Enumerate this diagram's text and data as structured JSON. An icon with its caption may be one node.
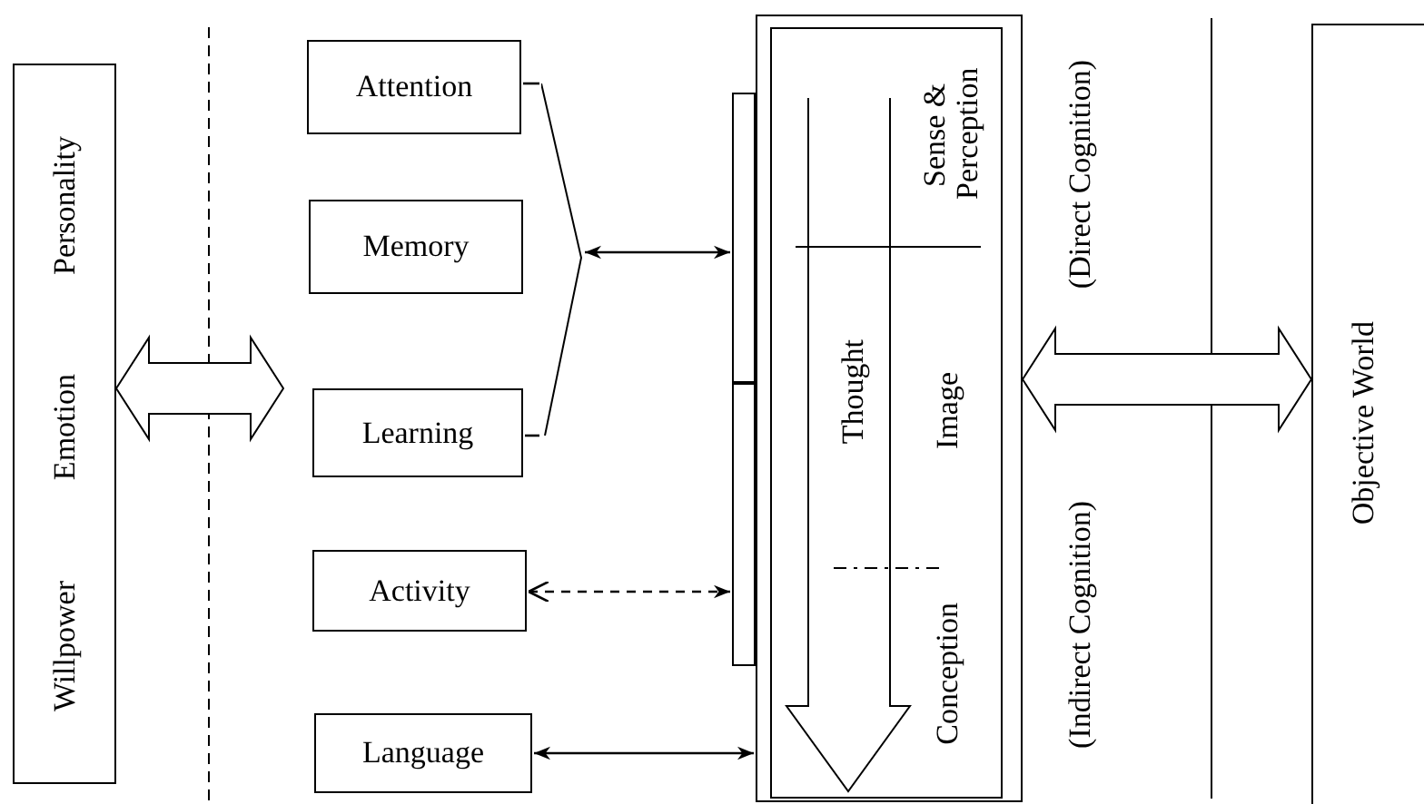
{
  "diagram": {
    "nodes": [
      {
        "text": [
          "Willpower",
          "Emotion",
          "Personality"
        ]
      },
      {
        "text": [
          "Attention"
        ]
      },
      {
        "text": [
          "Memory"
        ]
      },
      {
        "text": [
          "Learning"
        ]
      },
      {
        "text": [
          "Activity"
        ]
      },
      {
        "text": [
          "Language"
        ]
      },
      {
        "text": [],
        "shape": "bar"
      },
      {
        "text": [],
        "shape": "bar"
      },
      {
        "text": [],
        "shape": "box"
      },
      {
        "text": [
          "Sense & Perception",
          "Thought",
          "Image",
          "Conception"
        ],
        "in": 8
      },
      {
        "text": [
          "Objective World"
        ]
      },
      {
        "text": [],
        "shape": "bracket"
      }
    ],
    "edges": [
      {
        "from": 0,
        "to": null,
        "arrow": "both",
        "style": "thick"
      },
      {
        "from": 11,
        "to": 6,
        "arrow": "both"
      },
      {
        "from": 1,
        "to": 11,
        "arrow": "none"
      },
      {
        "from": 3,
        "to": 11,
        "arrow": "none"
      },
      {
        "from": 4,
        "to": 7,
        "arrow": "both",
        "style": "dashed"
      },
      {
        "from": 5,
        "to": 8,
        "arrow": "both"
      },
      {
        "from": 8,
        "to": 10,
        "arrow": "both",
        "style": "thick"
      }
    ],
    "labels": [
      "(Direct Cognition)",
      "(Indirect Cognition)"
    ]
  }
}
